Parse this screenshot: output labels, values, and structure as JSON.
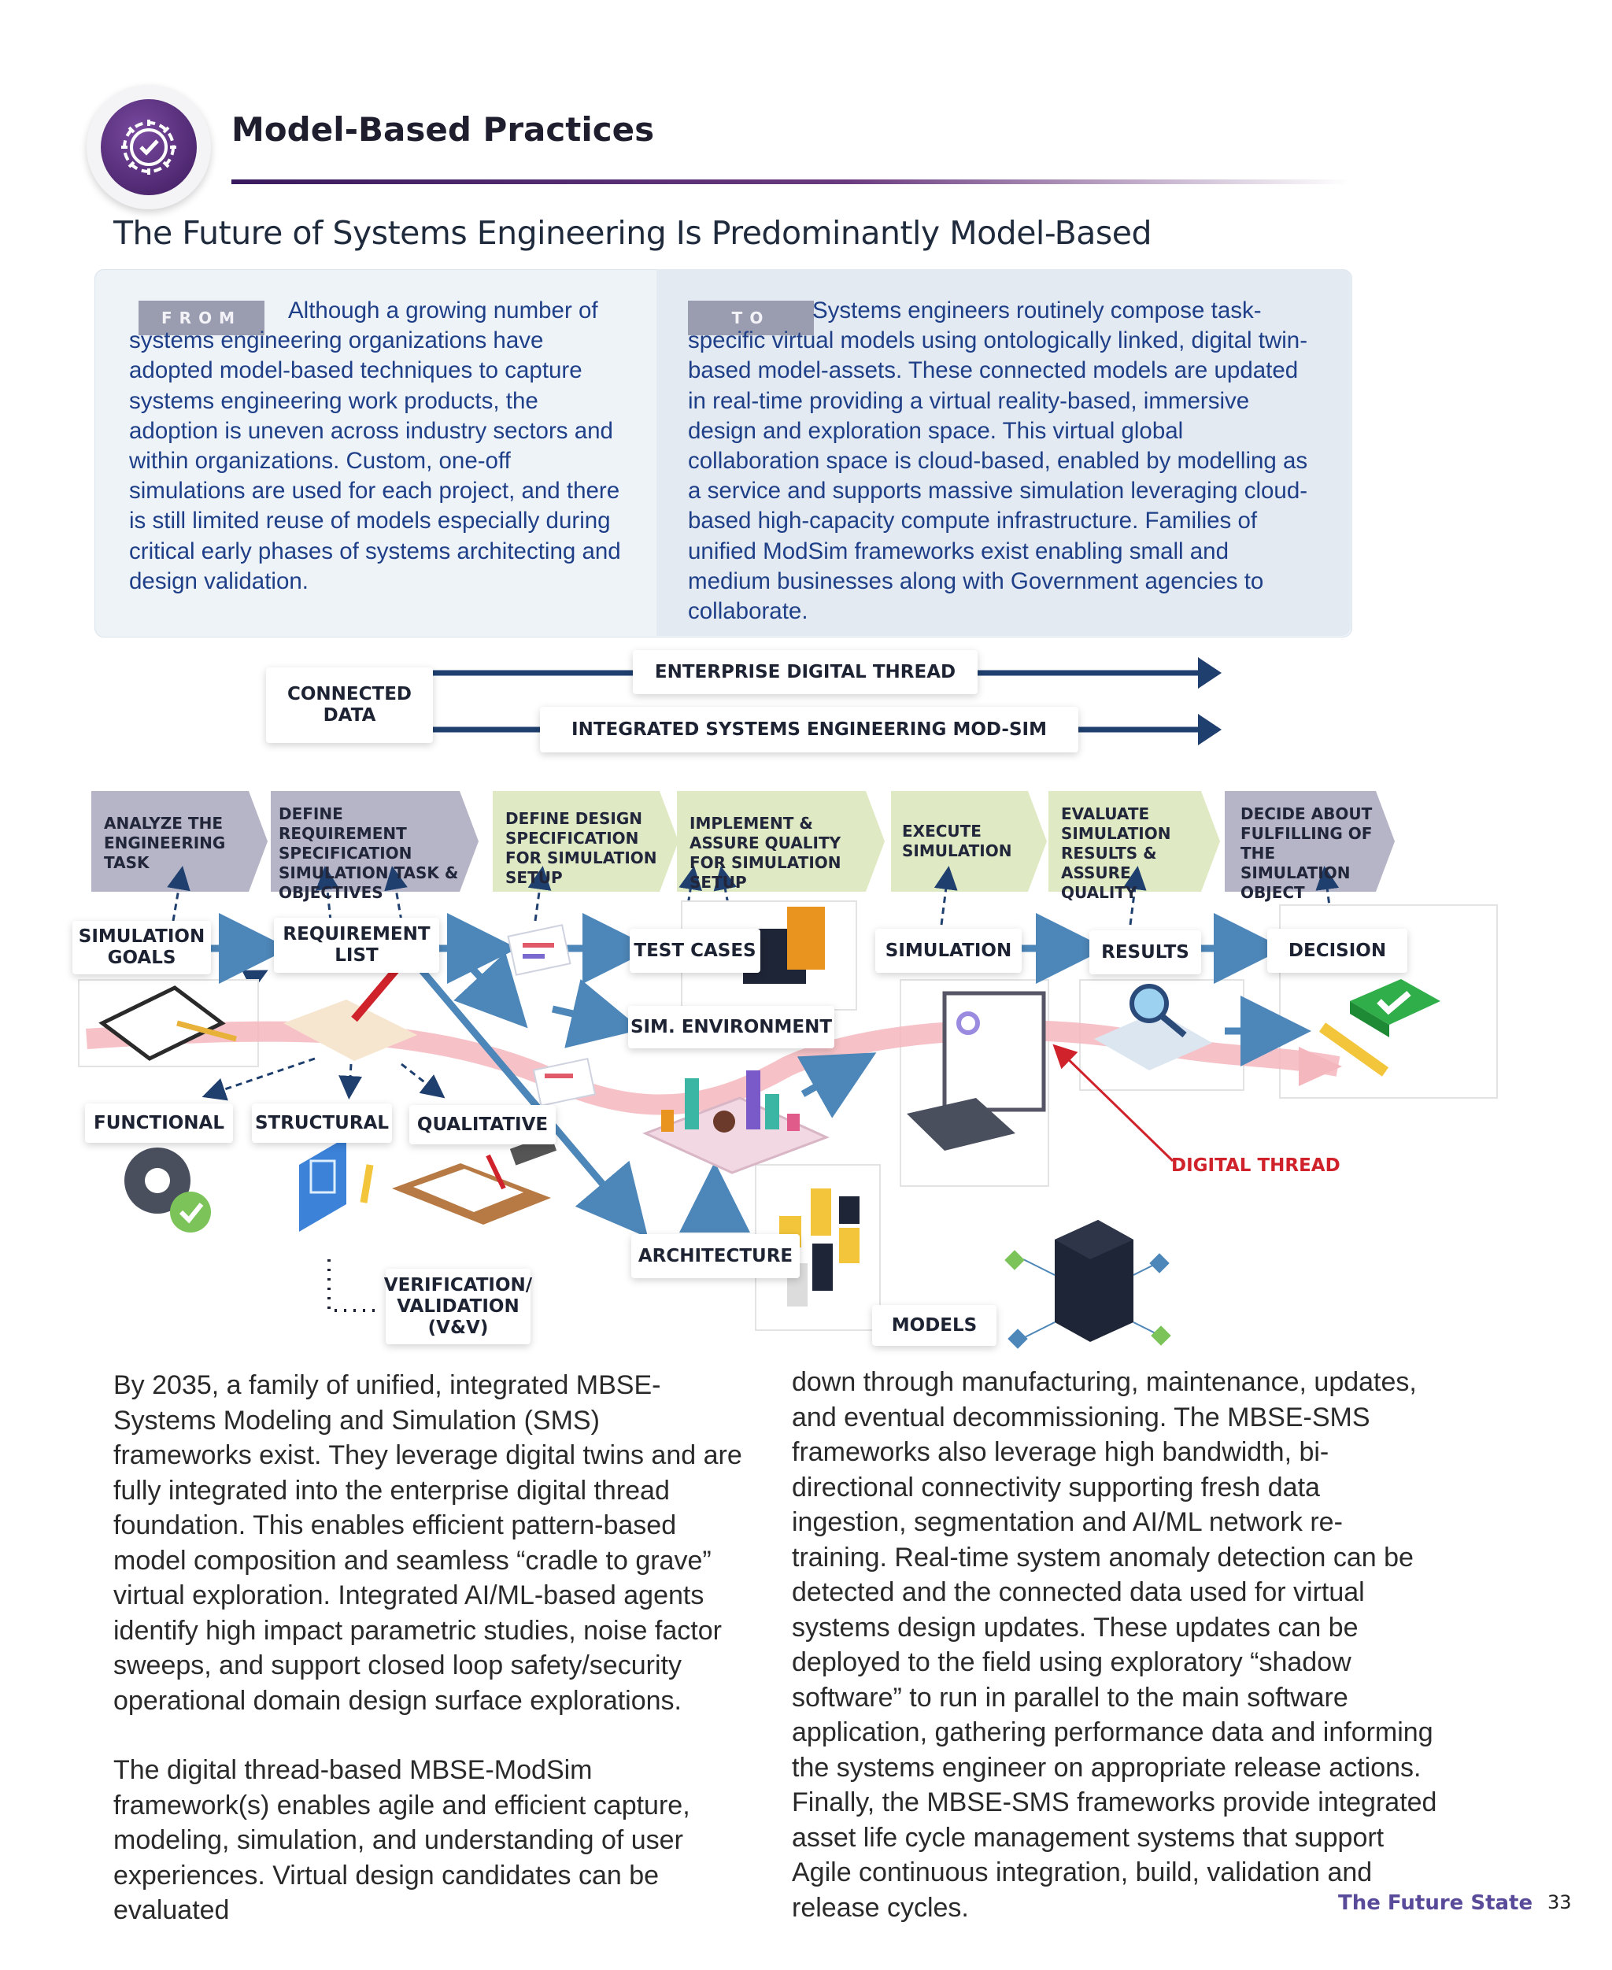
{
  "header": {
    "section_title": "Model-Based Practices",
    "main_heading": "The Future of Systems Engineering Is Predominantly Model-Based"
  },
  "comparison": {
    "from_tag": "FROM",
    "from_text": "Although a growing number of systems engineering organizations have adopted model-based techniques to capture systems engineering work products, the adoption is uneven across industry sectors and within organizations. Custom, one-off simulations are used for each project, and there is still limited reuse of models especially during critical early phases of systems architecting and design validation.",
    "to_tag": "TO",
    "to_text": "Systems engineers routinely compose task-specific virtual models using ontologically linked, digital twin-based model-assets. These connected models are updated in real-time providing a virtual reality-based, immersive design and exploration space. This virtual global collaboration space is cloud-based, enabled by modelling as a service and supports massive simulation leveraging cloud-based high-capacity compute infrastructure. Families of unified ModSim frameworks exist enabling small and medium businesses along with Government agencies to collaborate."
  },
  "diagram": {
    "connected_data": "CONNECTED DATA",
    "enterprise_thread": "ENTERPRISE DIGITAL THREAD",
    "integrated_modsim": "INTEGRATED SYSTEMS  ENGINEERING MOD-SIM",
    "steps": [
      {
        "label": "ANALYZE THE ENGINEERING TASK",
        "color": "#b6b5c7"
      },
      {
        "label": "DEFINE REQUIREMENT SPECIFICATION SIMULATION TASK & OBJECTIVES",
        "color": "#b6b5c7"
      },
      {
        "label": "DEFINE DESIGN SPECIFICATION FOR SIMULATION SETUP",
        "color": "#dfeac4"
      },
      {
        "label": "IMPLEMENT & ASSURE QUALITY FOR SIMULATION SETUP",
        "color": "#dfeac4"
      },
      {
        "label": "EXECUTE SIMULATION",
        "color": "#dfeac4"
      },
      {
        "label": "EVALUATE SIMULATION RESULTS & ASSURE QUALITY",
        "color": "#dfeac4"
      },
      {
        "label": "DECIDE ABOUT FULFILLING OF THE SIMULATION OBJECT",
        "color": "#b6b5c7"
      }
    ],
    "nodes": {
      "simulation_goals": "SIMULATION GOALS",
      "requirement_list": "REQUIREMENT LIST",
      "test_cases": "TEST CASES",
      "simulation": "SIMULATION",
      "results": "RESULTS",
      "decision": "DECISION",
      "sim_environment": "SIM. ENVIRONMENT",
      "functional": "FUNCTIONAL",
      "structural": "STRUCTURAL",
      "qualitative": "QUALITATIVE",
      "architecture": "ARCHITECTURE",
      "verification": "VERIFICATION/ VALIDATION (V&V)",
      "models": "MODELS",
      "digital_thread": "DIGITAL THREAD"
    }
  },
  "body": {
    "left_p1": "By 2035, a family of unified, integrated MBSE-Systems Modeling and Simulation (SMS) frameworks exist. They leverage digital twins and are fully integrated into the enterprise digital thread foundation. This enables efficient pattern-based model composition and seamless “cradle to grave” virtual exploration. Integrated AI/ML-based agents identify high impact parametric studies, noise factor sweeps, and support closed loop safety/security operational domain design surface explorations.",
    "left_p2": "The digital thread-based MBSE-ModSim framework(s) enables agile and efficient capture, modeling, simulation, and understanding of user experiences. Virtual design candidates can be evaluated",
    "right_p1": "down through manufacturing, maintenance, updates, and eventual decommissioning. The MBSE-SMS frameworks also leverage high bandwidth, bi-directional connectivity supporting fresh data ingestion, segmentation and AI/ML network re-training. Real-time system anomaly detection can be detected and the connected data used for virtual systems design updates. These updates can be deployed to the field using exploratory “shadow software” to run in parallel to the main software application, gathering performance data and informing the systems engineer on appropriate release actions. Finally, the MBSE-SMS frameworks provide integrated asset life cycle management systems that support Agile continuous integration, build, validation and release cycles."
  },
  "footer": {
    "section": "The Future State",
    "page": "33"
  },
  "colors": {
    "accent_purple": "#3a1a5e",
    "arrow_blue": "#4d86b8",
    "dark_navy": "#1f3f6e",
    "thread_red": "#d0222a"
  }
}
